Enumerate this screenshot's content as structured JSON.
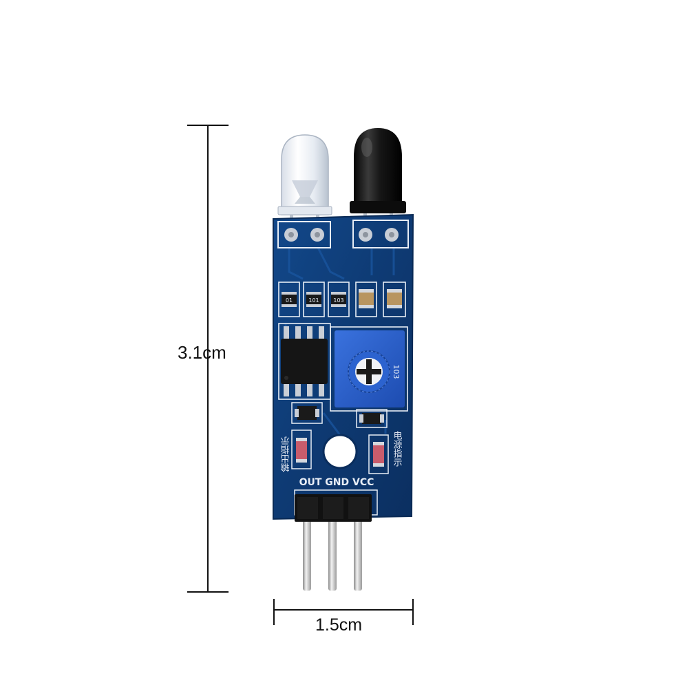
{
  "dimensions": {
    "height_label": "3.1cm",
    "width_label": "1.5cm"
  },
  "pcb": {
    "pin_label": "OUT GND VCC",
    "left_cn_label": "输出指示",
    "right_cn_label": "电源指示",
    "resistor_marks": [
      "01",
      "101",
      "103"
    ],
    "pot_marking": "103",
    "colors": {
      "board": "#0f3d78",
      "board_dark": "#0a2d5c",
      "pot": "#2a5fc9",
      "ic": "#151515"
    }
  }
}
